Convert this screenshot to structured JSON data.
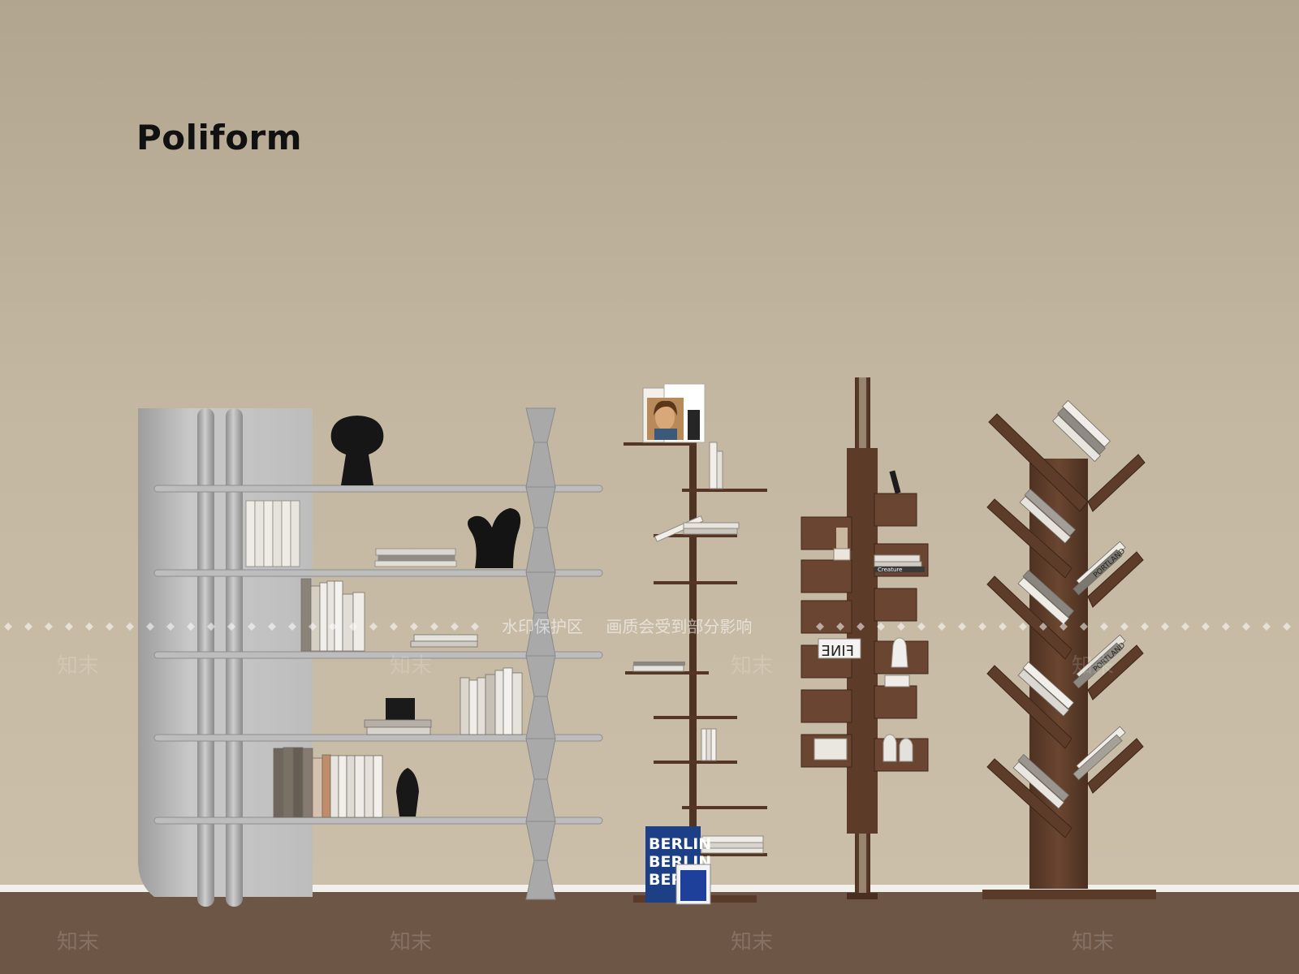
{
  "title": "Poliform",
  "watermark": {
    "notice_left": "水印保护区",
    "notice_right": "画质会受到部分影响",
    "logo": "知末"
  },
  "book_covers": {
    "berlin": "BERLIN",
    "fine": "FINE",
    "creature": "Creature",
    "portland": "PORTLAND"
  },
  "colors": {
    "wall": "#c2b6a0",
    "floor": "#6e5646",
    "baseboard": "#f2f0ea",
    "shelf_grey": "#b9b9b9",
    "wood": "#5a3a28"
  }
}
